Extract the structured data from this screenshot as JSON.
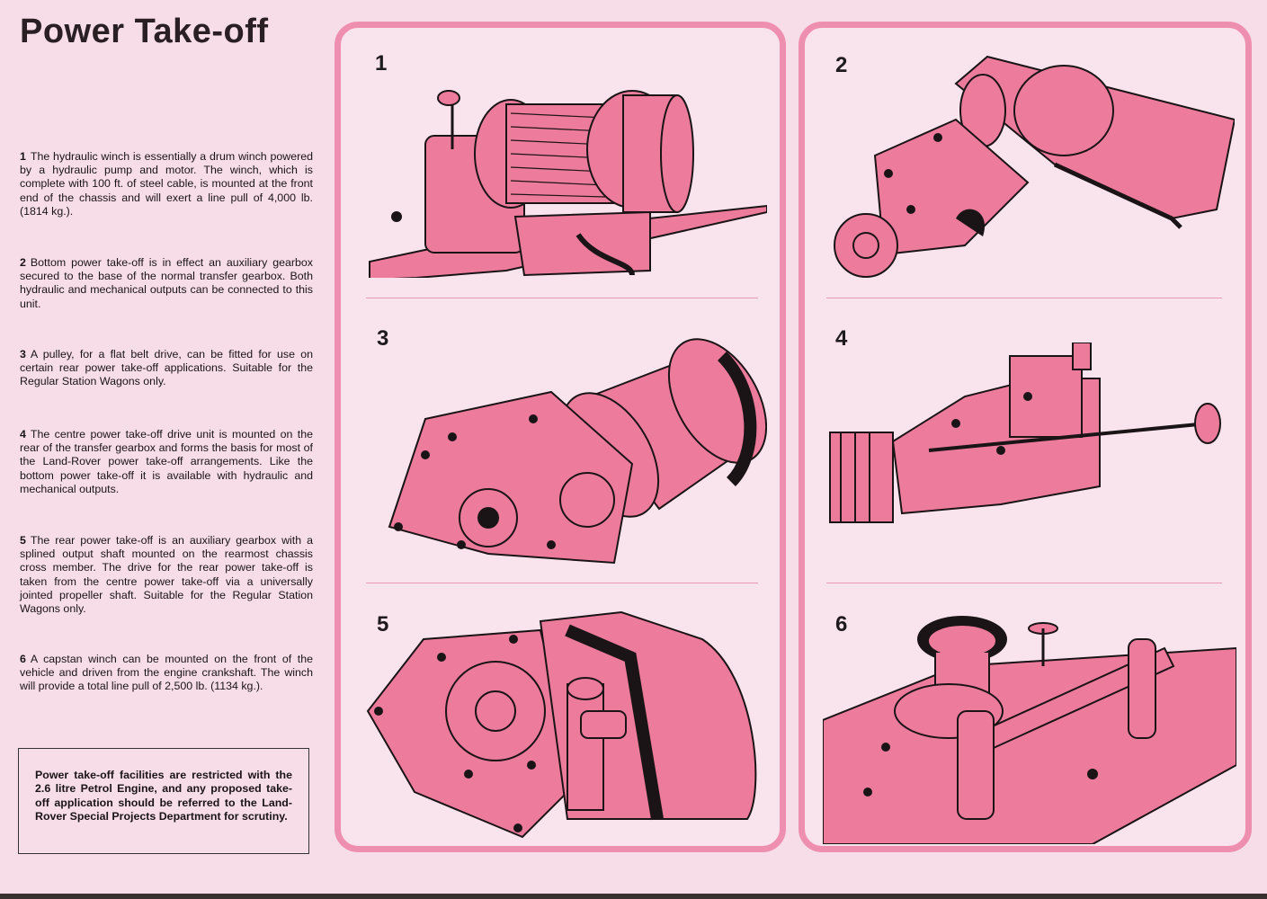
{
  "title": "Power Take-off",
  "paragraphs": [
    {
      "num": "1",
      "text": "The hydraulic winch is essentially a drum winch powered by a hydraulic pump and motor. The winch, which is complete with 100 ft. of steel cable, is mounted at the front end of the chassis and will exert a line pull of 4,000 lb. (1814 kg.)."
    },
    {
      "num": "2",
      "text": "Bottom power take-off is in effect an auxiliary gearbox secured to the base of the normal transfer gearbox. Both hydraulic and mechanical outputs can be connected to this unit."
    },
    {
      "num": "3",
      "text": "A pulley, for a flat belt drive, can be fitted for use on certain rear power take-off applications. Suitable for the Regular Station Wagons only."
    },
    {
      "num": "4",
      "text": "The centre power take-off drive unit is mounted on the rear of the transfer gearbox and forms the basis for most of the Land-Rover power take-off arrangements. Like the bottom power take-off it is available with hydraulic and mechanical outputs."
    },
    {
      "num": "5",
      "text": "The rear power take-off is an auxiliary gearbox with a splined output shaft mounted on the rearmost chassis cross member. The drive for the rear power take-off is taken from the centre power take-off via a universally jointed propeller shaft. Suitable for the Regular Station Wagons only."
    },
    {
      "num": "6",
      "text": "A capstan winch can be mounted on the front of the vehicle and driven from the engine crankshaft. The winch will provide a total line pull of 2,500 lb. (1134 kg.)."
    }
  ],
  "notice": "Power take-off facilities are restricted with the 2.6 litre Petrol Engine, and any proposed take-off application should be referred to the Land-Rover Special Projects Department for scrutiny.",
  "figures": {
    "f1": "1",
    "f2": "2",
    "f3": "3",
    "f4": "4",
    "f5": "5",
    "f6": "6"
  },
  "colors": {
    "panel_border": "#ef8fb0",
    "illustration_fill": "#ec7b9c",
    "ink": "#1a1416"
  }
}
